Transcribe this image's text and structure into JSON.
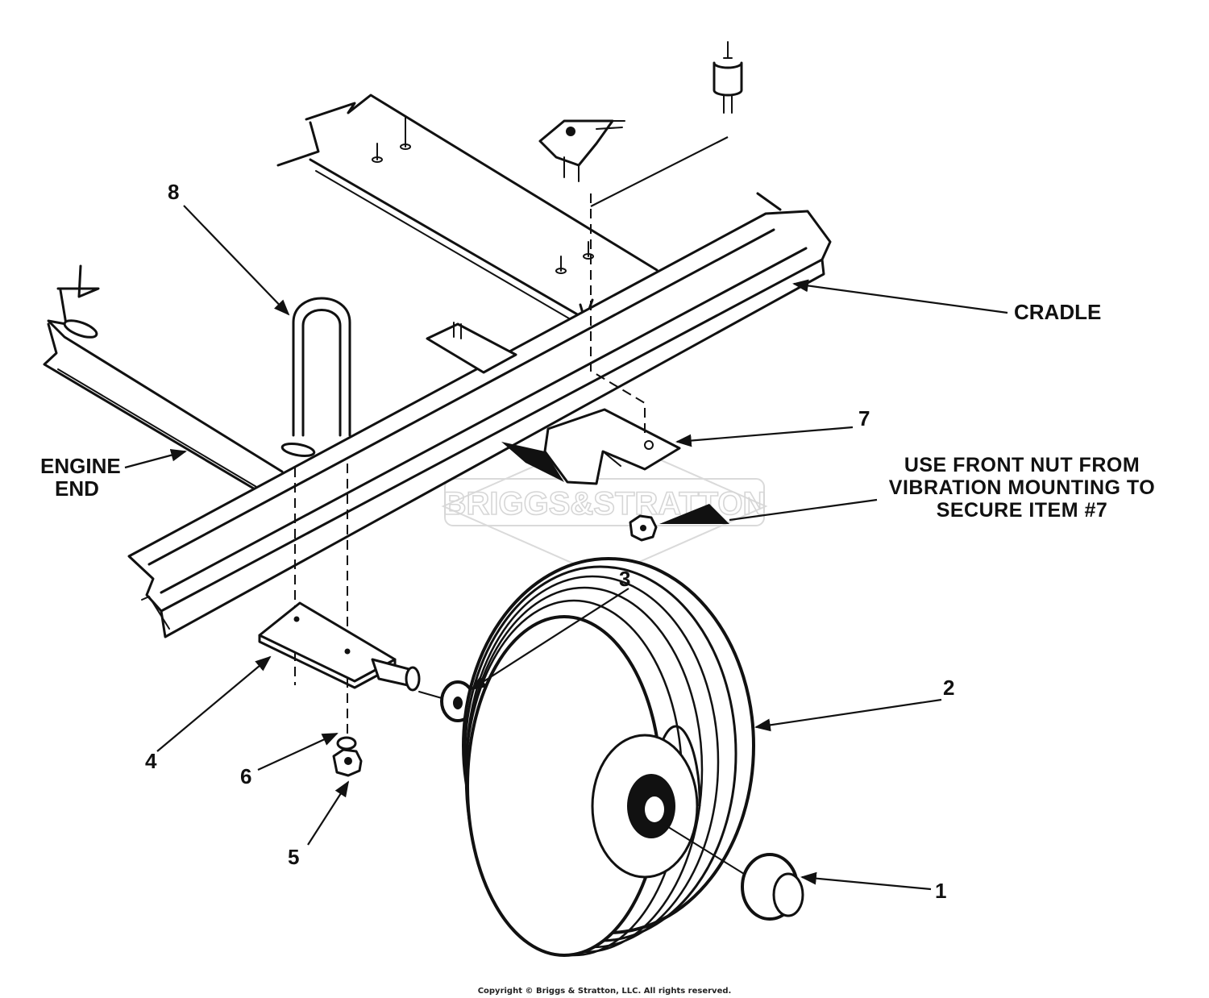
{
  "labels": {
    "cradle": "CRADLE",
    "engine_end_line1": "ENGINE",
    "engine_end_line2": "END",
    "p1": "1",
    "p2": "2",
    "p3": "3",
    "p4": "4",
    "p5": "5",
    "p6": "6",
    "p7": "7",
    "p8": "8"
  },
  "note": {
    "line1": "USE FRONT NUT FROM",
    "line2": "VIBRATION MOUNTING TO",
    "line3": "SECURE ITEM #7"
  },
  "watermark": {
    "text": "BRIGGS&STRATTON"
  },
  "copyright": "Copyright © Briggs & Stratton, LLC. All rights reserved.",
  "colors": {
    "ink": "#111111",
    "paper": "#ffffff",
    "watermark": "#d6d6d6"
  }
}
